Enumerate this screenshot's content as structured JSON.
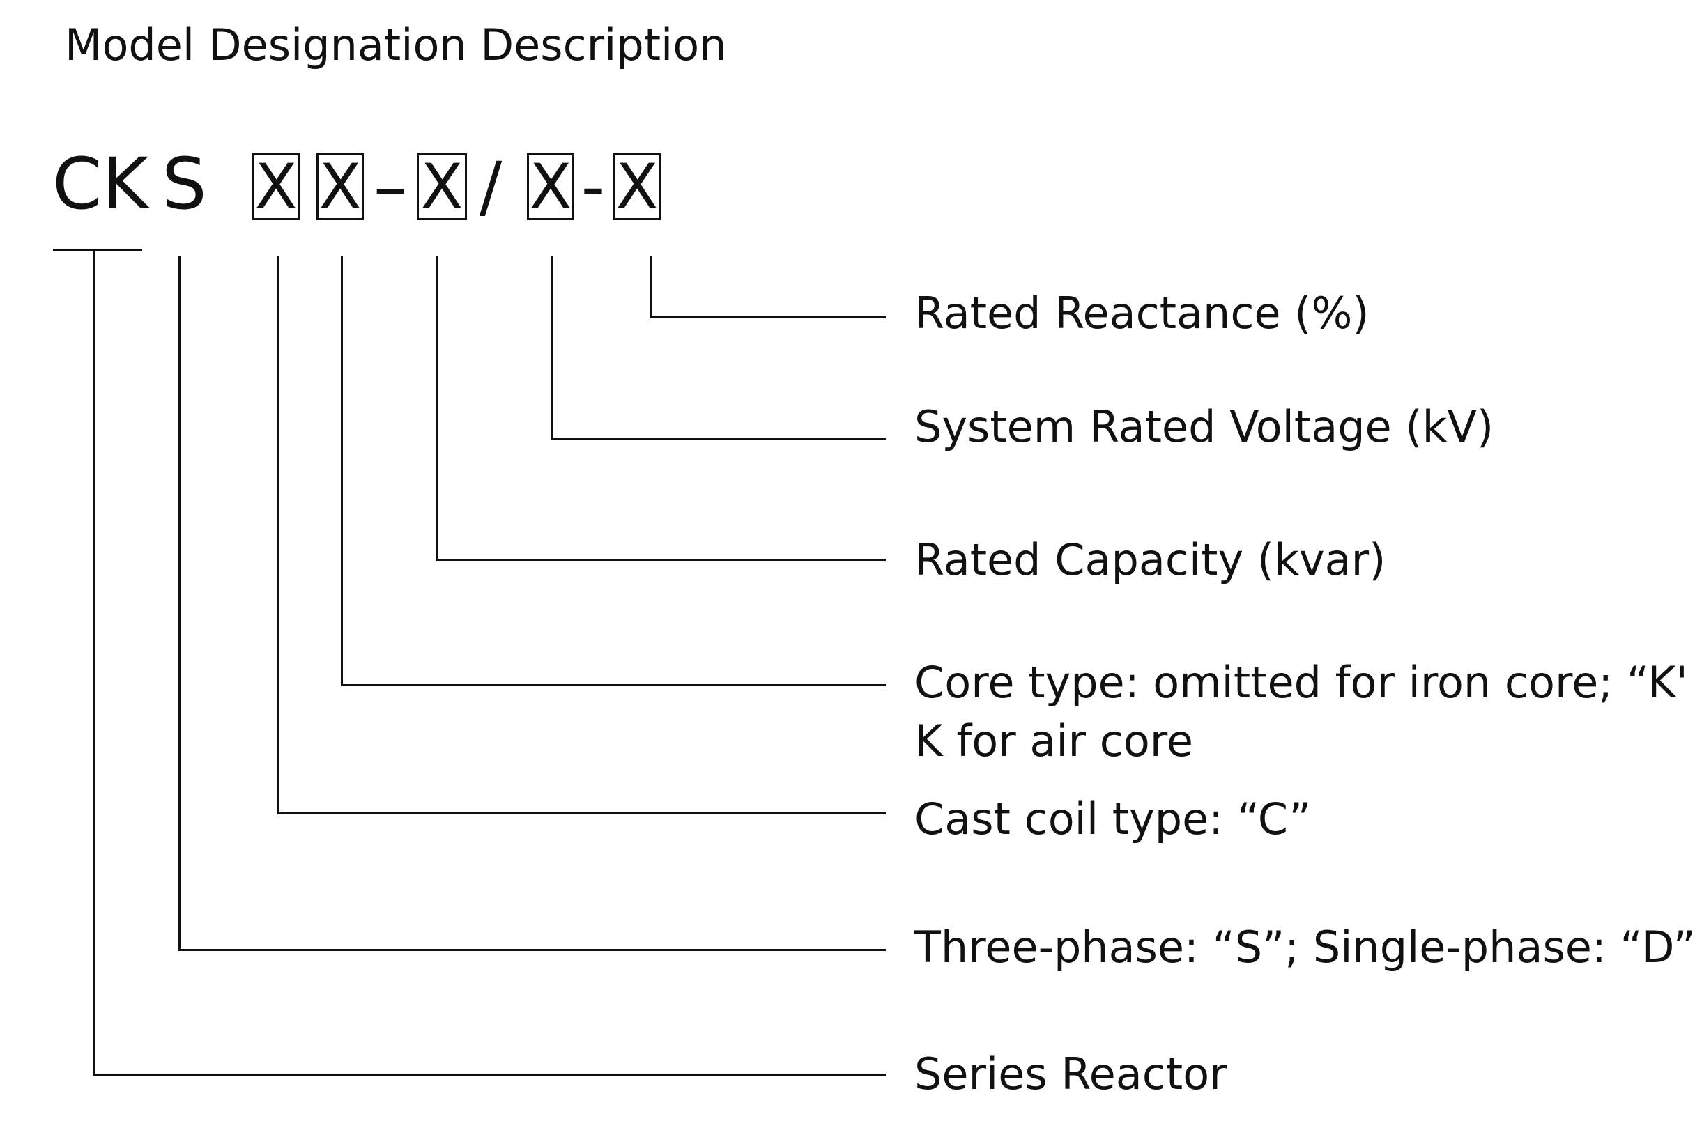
{
  "title": "Model Designation Description",
  "model": {
    "prefix_ck": "CK",
    "prefix_s": "S",
    "box_1": "X",
    "box_2": "X",
    "dash": "–",
    "box_3": "X",
    "slash": "/",
    "box_4": "X",
    "hyphen": "-",
    "box_5": "X"
  },
  "descriptions": {
    "rated_reactance": "Rated Reactance (%)",
    "system_rated_voltage": "System Rated Voltage (kV)",
    "rated_capacity": "Rated Capacity (kvar)",
    "core_type_line1": "Core type: omitted for iron core; “K'",
    "core_type_line2": "K for air core",
    "cast_coil_type": "Cast coil type:  “C”",
    "phase": "Three-phase: “S”; Single-phase: “D”",
    "series_reactor": "Series Reactor"
  }
}
